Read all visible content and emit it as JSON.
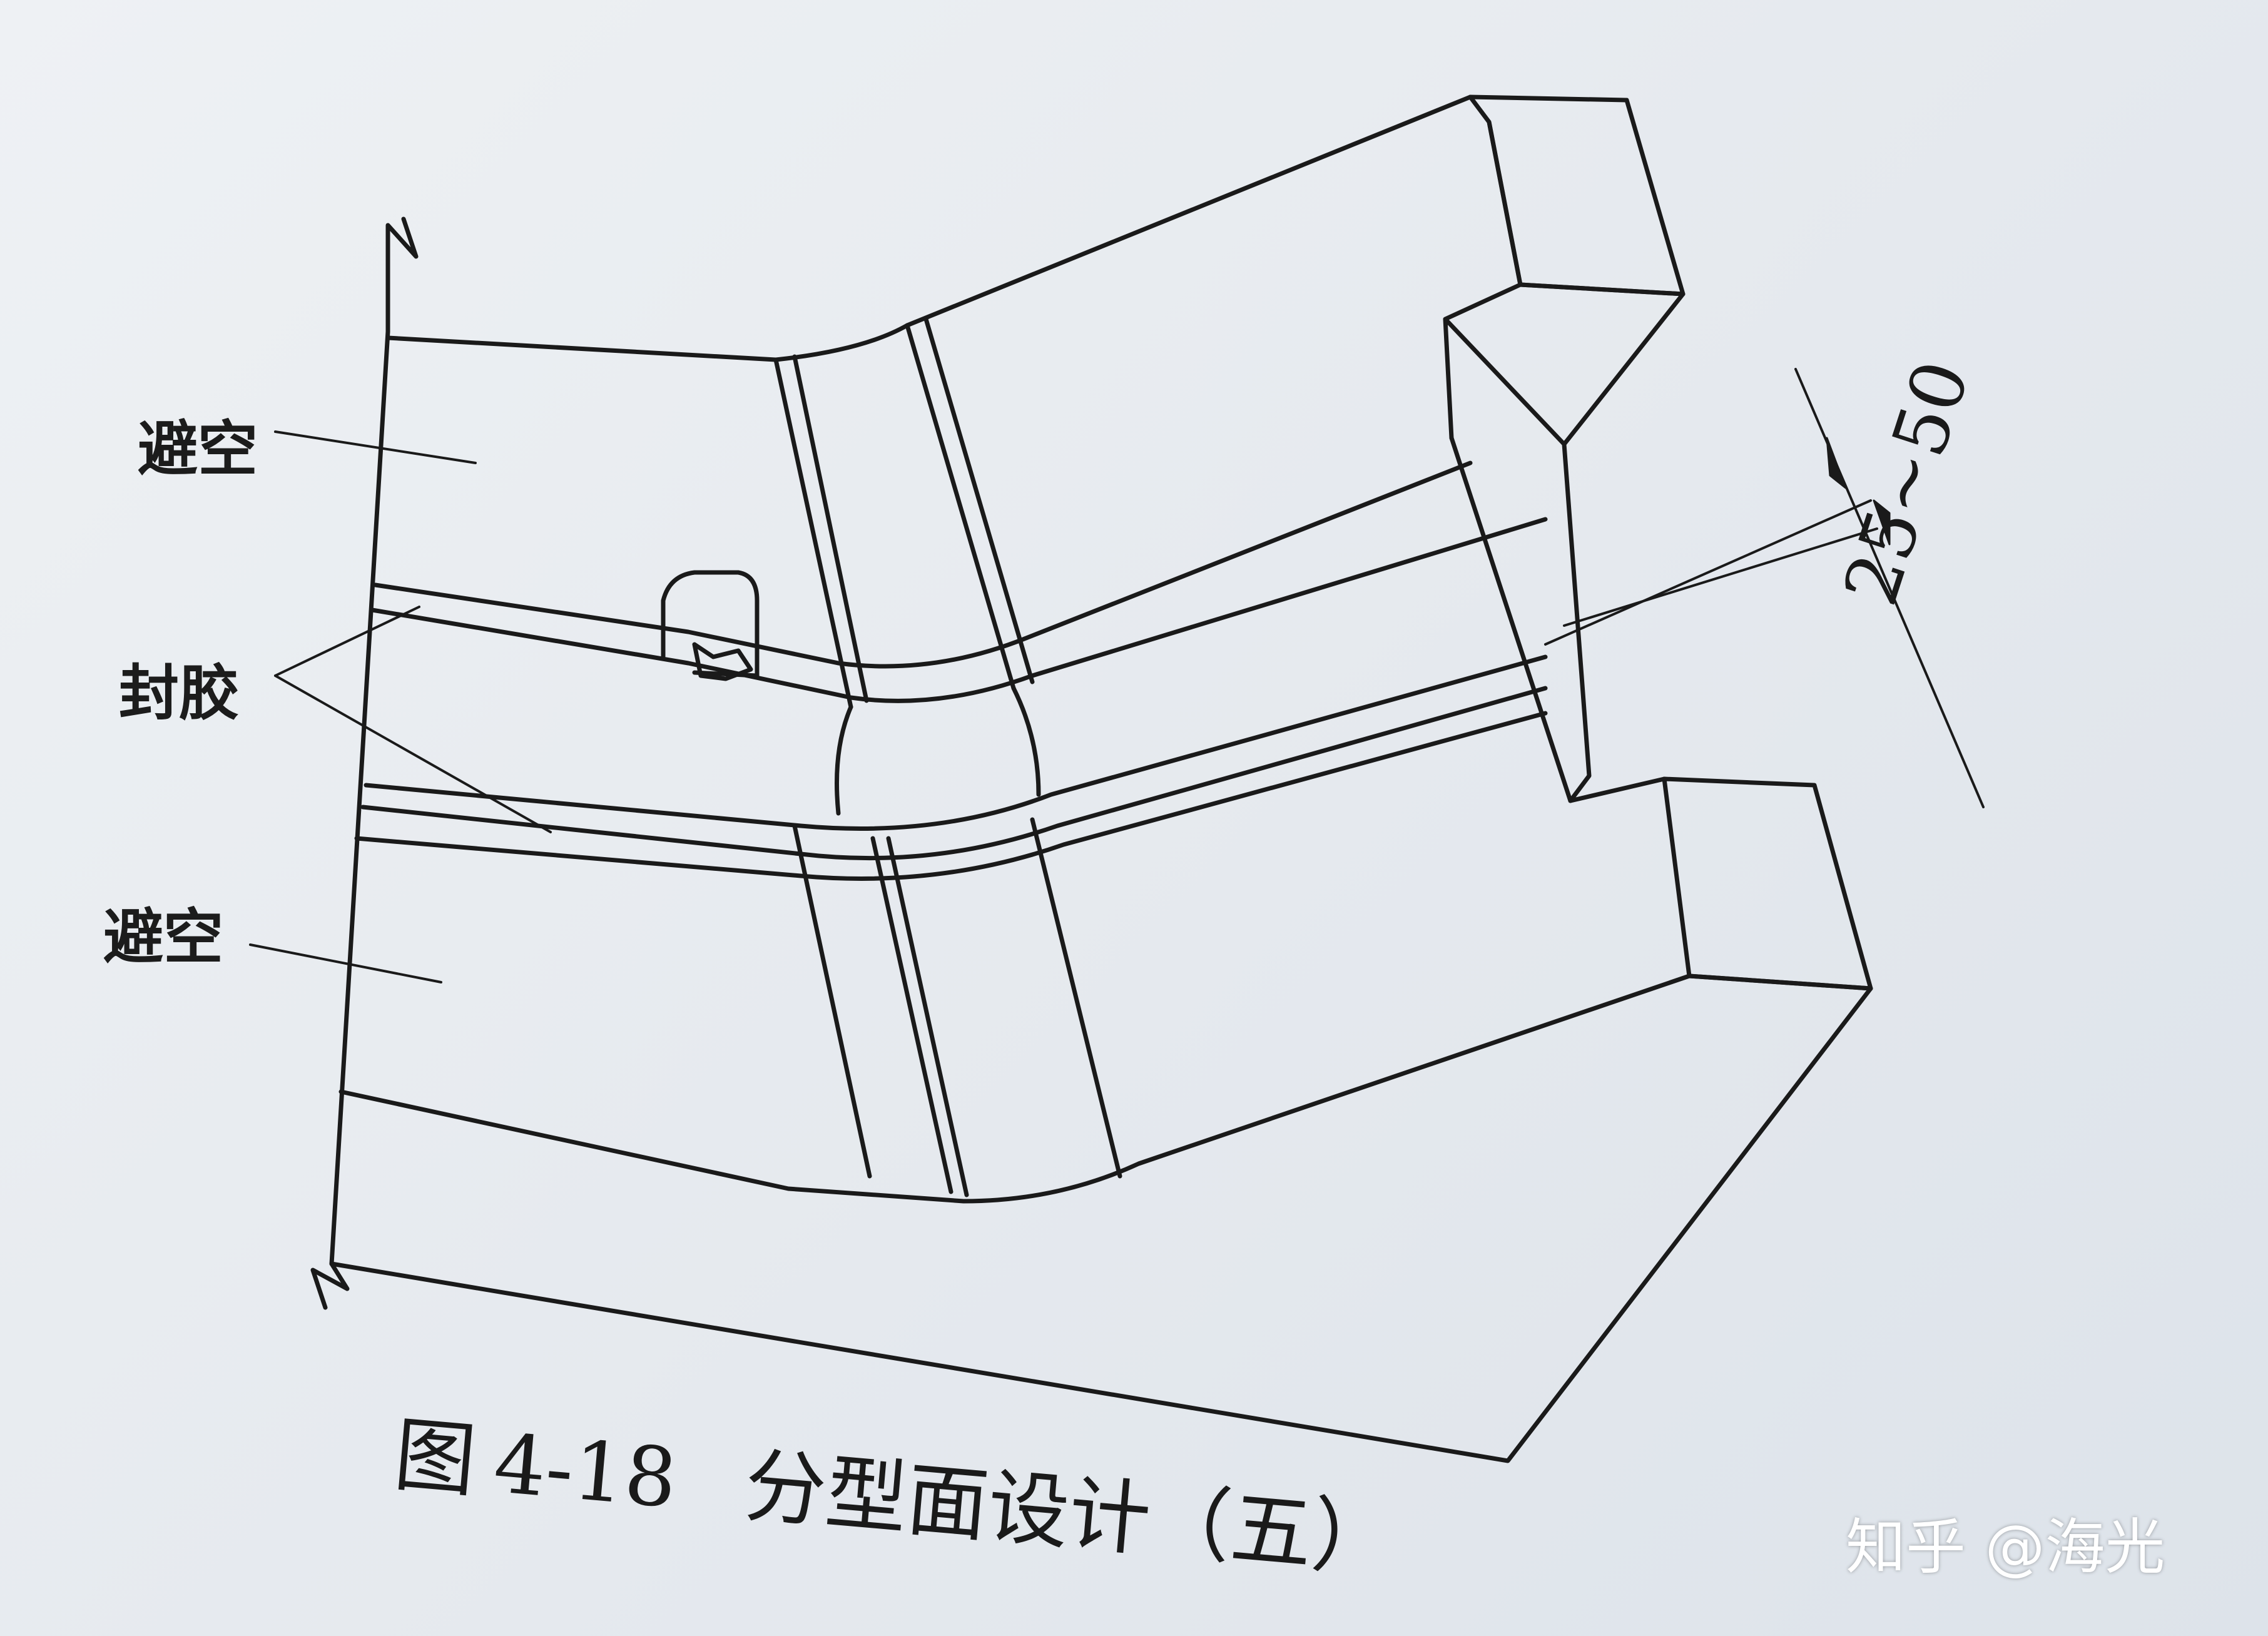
{
  "labels": {
    "avoid_top": "避空",
    "seal": "封胶",
    "avoid_bottom": "避空"
  },
  "dimension": "25~50",
  "caption": {
    "figure": "图",
    "number": "4-18",
    "title": "分型面设计（五）"
  },
  "watermark": "知乎 @海光",
  "colors": {
    "ink": "#1a1a1a",
    "paper": "#e9ecef"
  }
}
